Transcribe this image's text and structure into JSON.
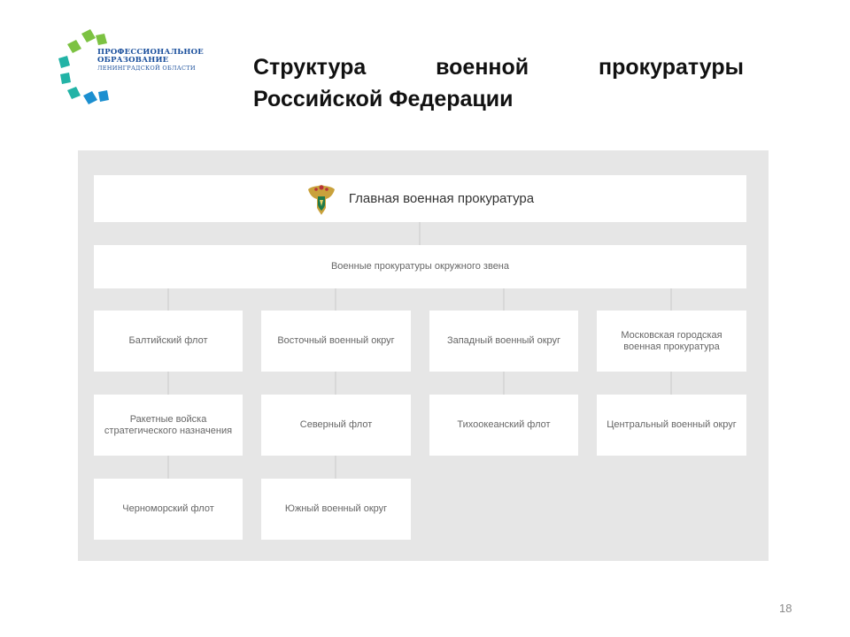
{
  "logo": {
    "line1": "ПРОФЕССИОНАЛЬНОЕ",
    "line2": "ОБРАЗОВАНИЕ",
    "line3": "ЛЕНИНГРАДСКОЙ ОБЛАСТИ",
    "colors": [
      "#7cc242",
      "#22b3a6",
      "#1c8fd0"
    ]
  },
  "title": {
    "line1": "Структура военной прокуратуры",
    "line2": "Российской Федерации"
  },
  "org_chart": {
    "root": {
      "label": "Главная военная прокуратура",
      "icon": "coat-of-arms-icon"
    },
    "level2": {
      "label": "Военные прокуратуры окружного звена"
    },
    "units": [
      {
        "label": "Балтийский флот"
      },
      {
        "label": "Восточный военный округ"
      },
      {
        "label": "Западный военный округ"
      },
      {
        "label": "Московская городская военная прокуратура"
      },
      {
        "label": "Ракетные войска стратегического назначения"
      },
      {
        "label": "Северный флот"
      },
      {
        "label": "Тихоокеанский флот"
      },
      {
        "label": "Центральный военный округ"
      },
      {
        "label": "Черноморский флот"
      },
      {
        "label": "Южный военный округ"
      }
    ]
  },
  "page_number": "18"
}
